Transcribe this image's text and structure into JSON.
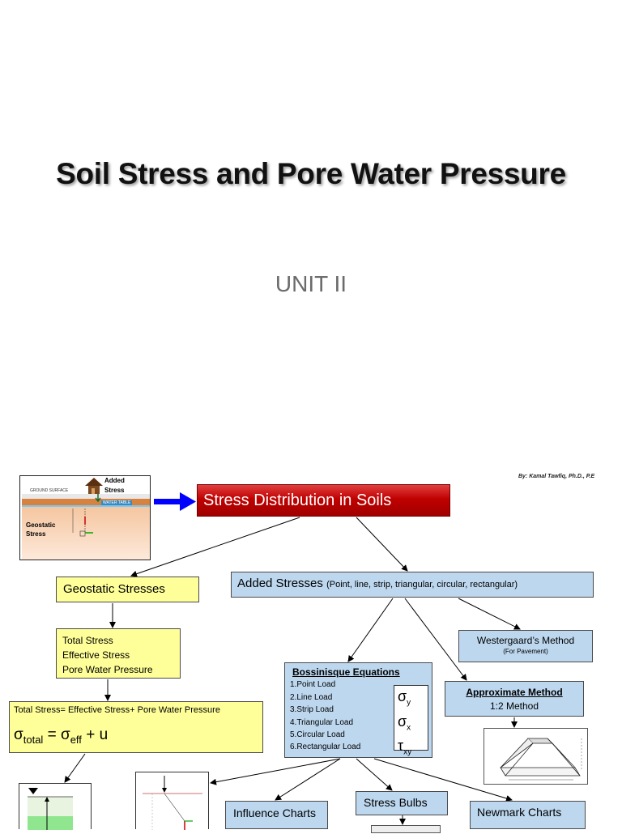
{
  "slide1": {
    "title": "Soil Stress and Pore Water Pressure",
    "subtitle": "UNIT II"
  },
  "slide2": {
    "author": "By: Kamal Tawfiq, Ph.D., P.E",
    "soil_figure": {
      "ground_surface": "GROUND SURFACE",
      "water_table": "WATER TABLE",
      "added_line1": "Added",
      "added_line2": "Stress",
      "geostatic_line1": "Geostatic",
      "geostatic_line2": "Stress"
    },
    "stress_distribution": "Stress Distribution in Soils",
    "geostatic_stresses": "Geostatic Stresses",
    "added_stresses": {
      "label": "Added Stresses",
      "note": "(Point, line, strip, triangular, circular, rectangular)"
    },
    "totals": [
      "Total Stress",
      "Effective Stress",
      "Pore Water Pressure"
    ],
    "relation": {
      "text": "Total Stress= Effective Stress+ Pore Water Pressure",
      "sigma": "σ",
      "total_sub": "total",
      "equals": " = ",
      "eff_sub": "eff",
      "plus_u": " + u"
    },
    "westergaard": {
      "label": "Westergaard’s Method",
      "note": "(For Pavement)"
    },
    "bossinisque": {
      "heading": "Bossinisque Equations",
      "items": [
        "1.Point Load",
        "2.Line Load",
        "3.Strip Load",
        "4.Triangular Load",
        "5.Circular Load",
        "6.Rectangular Load"
      ],
      "sigma": "σ",
      "tau": "τ",
      "sub_y": "y",
      "sub_x": "x",
      "sub_xy": "xy"
    },
    "approximate": {
      "heading": "Approximate Method",
      "method": "1:2 Method"
    },
    "influence_charts": "Influence Charts",
    "stress_bulbs": "Stress Bulbs",
    "newmark_charts": "Newmark Charts",
    "colors": {
      "yellow_fill": "#ffff99",
      "blue_fill": "#bdd7ee",
      "red_fill": "#c00000",
      "arrow_blue": "#0000ff"
    }
  }
}
